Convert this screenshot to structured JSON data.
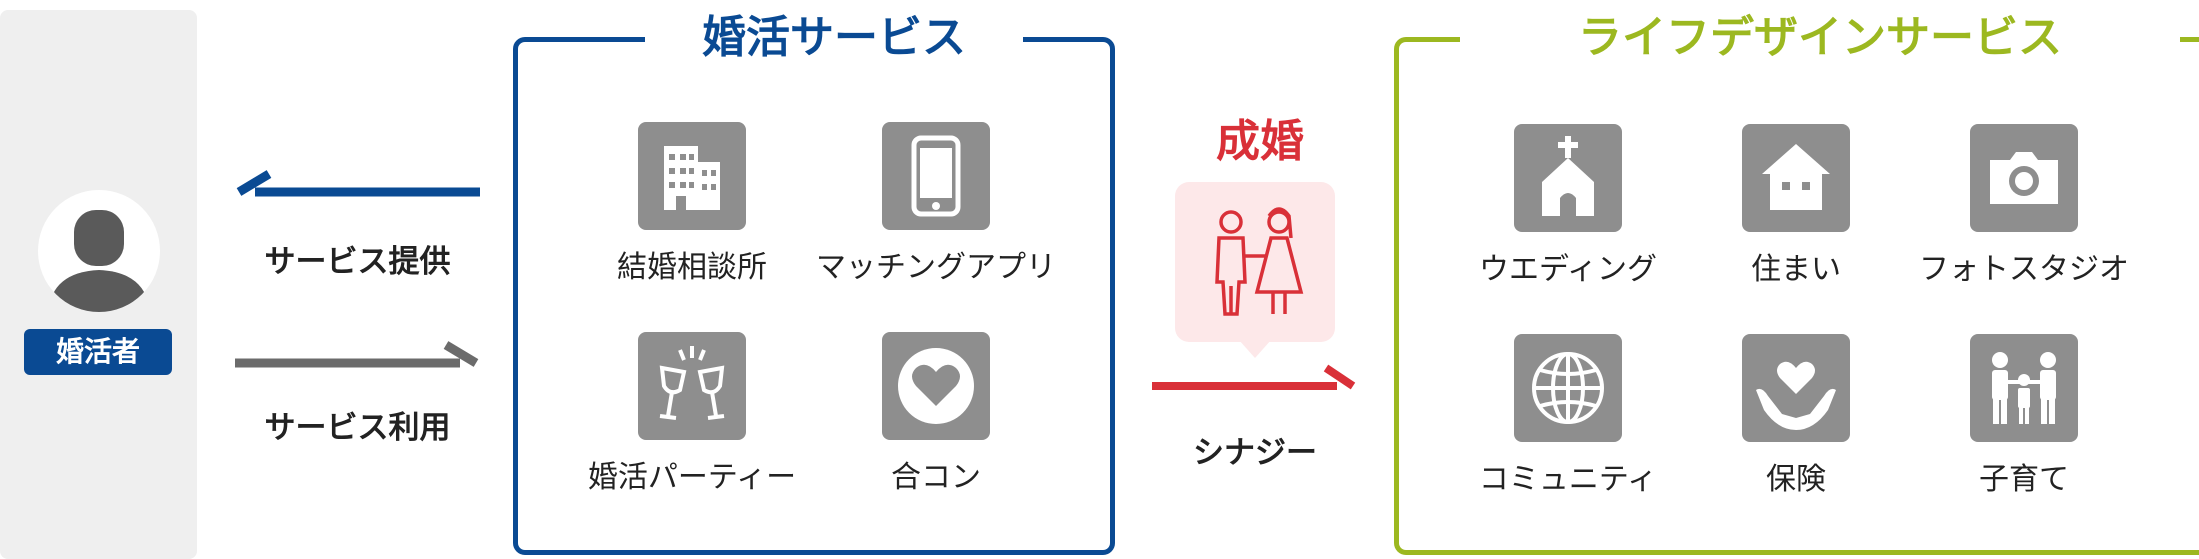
{
  "user": {
    "badge": "婚活者",
    "icon": "person-icon"
  },
  "arrows": {
    "provide_label": "サービス提供",
    "use_label": "サービス利用",
    "provide_color": "#0a4a93",
    "use_color": "#6b6b6b"
  },
  "konkatsu": {
    "title": "婚活サービス",
    "color": "#0a4a93",
    "items": [
      {
        "label": "結婚相談所",
        "icon": "building-icon"
      },
      {
        "label": "マッチングアプリ",
        "icon": "smartphone-icon"
      },
      {
        "label": "婚活パーティー",
        "icon": "toast-glasses-icon"
      },
      {
        "label": "合コン",
        "icon": "heart-icon"
      }
    ]
  },
  "center": {
    "title": "成婚",
    "bottom_label": "シナジー",
    "icon": "bride-groom-icon",
    "color": "#d93038"
  },
  "life": {
    "title": "ライフデザインサービス",
    "color": "#9cb820",
    "items": [
      {
        "label": "ウエディング",
        "icon": "chapel-icon"
      },
      {
        "label": "住まい",
        "icon": "house-icon"
      },
      {
        "label": "フォトスタジオ",
        "icon": "camera-icon"
      },
      {
        "label": "コミュニティ",
        "icon": "globe-icon"
      },
      {
        "label": "保険",
        "icon": "heart-hands-icon"
      },
      {
        "label": "子育て",
        "icon": "family-icon"
      }
    ]
  }
}
